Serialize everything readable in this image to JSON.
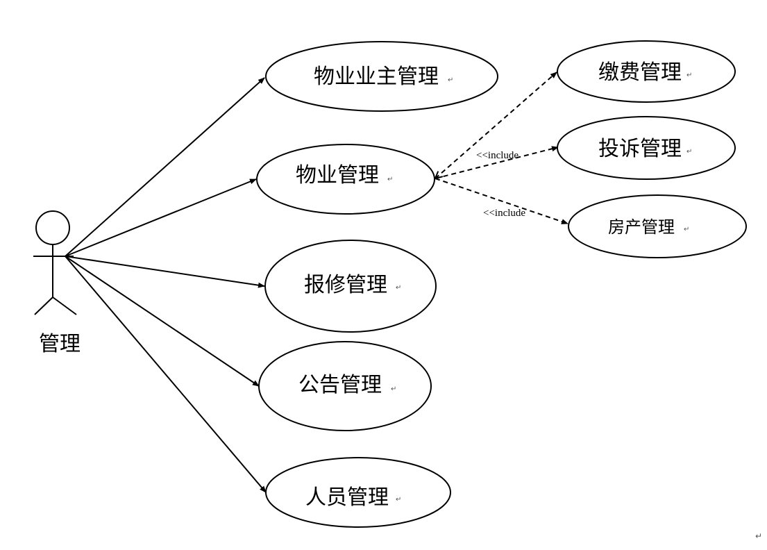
{
  "diagram": {
    "type": "use-case",
    "actor": {
      "label": "管理"
    },
    "use_cases": {
      "owner_mgmt": "物业业主管理",
      "property_mgmt": "物业管理",
      "repair_mgmt": "报修管理",
      "notice_mgmt": "公告管理",
      "staff_mgmt": "人员管理",
      "fee_mgmt": "缴费管理",
      "complaint_mgmt": "投诉管理",
      "house_mgmt": "房产管理"
    },
    "include_labels": [
      "<<include",
      "<<include"
    ],
    "relations": [
      {
        "from": "管理",
        "to": "物业业主管理",
        "kind": "association"
      },
      {
        "from": "管理",
        "to": "物业管理",
        "kind": "association"
      },
      {
        "from": "管理",
        "to": "报修管理",
        "kind": "association"
      },
      {
        "from": "管理",
        "to": "公告管理",
        "kind": "association"
      },
      {
        "from": "管理",
        "to": "人员管理",
        "kind": "association"
      },
      {
        "from": "物业管理",
        "to": "缴费管理",
        "kind": "include"
      },
      {
        "from": "物业管理",
        "to": "投诉管理",
        "kind": "include"
      },
      {
        "from": "物业管理",
        "to": "房产管理",
        "kind": "include"
      }
    ],
    "paragraph_mark": "↵"
  }
}
